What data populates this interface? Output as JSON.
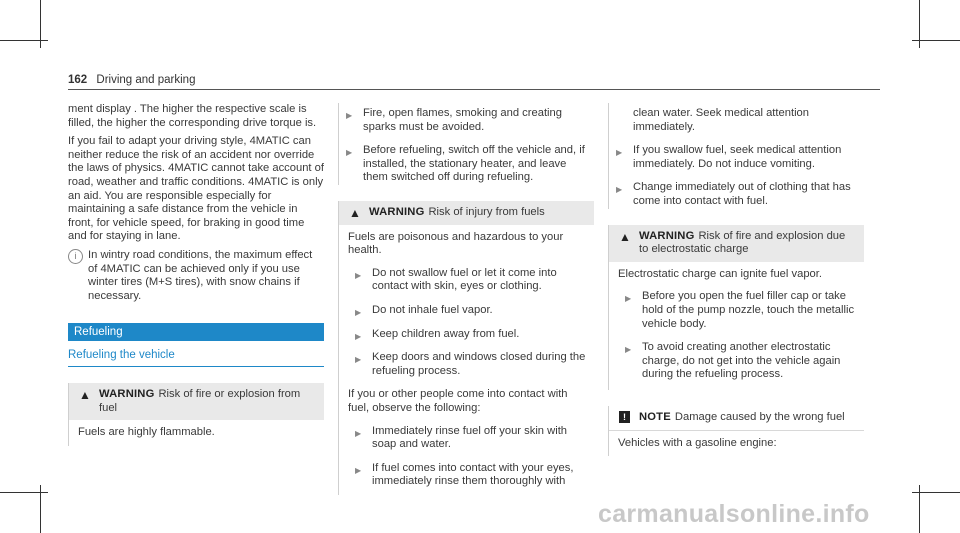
{
  "header": {
    "page_number": "162",
    "title": "Driving and parking"
  },
  "col1": {
    "p1": "ment display . The higher the respective scale is filled, the higher the corresponding drive torque is.",
    "p2": "If you fail to adapt your driving style, 4MATIC can neither reduce the risk of an accident nor override the laws of physics. 4MATIC cannot take account of road, weather and traffic conditions. 4MATIC is only an aid. You are responsible especially for maintaining a safe distance from the vehicle in front, for vehicle speed, for braking in good time and for staying in lane.",
    "tip": "In wintry road conditions, the maximum effect of 4MATIC can be achieved only if you use winter tires (M+S tires), with snow chains if necessary.",
    "section": "Refueling",
    "subsection": "Refueling the vehicle",
    "warning_label": "WARNING",
    "warning_title": "Risk of fire or explosion from fuel",
    "warning_text": "Fuels are highly flammable."
  },
  "col2": {
    "bullets_top": [
      "Fire, open flames, smoking and creating sparks must be avoided.",
      "Before refueling, switch off the vehicle and, if installed, the stationary heater, and leave them switched off during refueling."
    ],
    "warning_label": "WARNING",
    "warning_title": "Risk of injury from fuels",
    "warning_text": "Fuels are poisonous and hazardous to your health.",
    "bullets_mid": [
      "Do not swallow fuel or let it come into contact with skin, eyes or clothing.",
      "Do not inhale fuel vapor.",
      "Keep children away from fuel.",
      "Keep doors and windows closed during the refueling process."
    ],
    "contact_text": "If you or other people come into contact with fuel, observe the following:",
    "bullets_bottom": [
      "Immediately rinse fuel off your skin with soap and water.",
      "If fuel comes into contact with your eyes, immediately rinse them thoroughly with"
    ]
  },
  "col3": {
    "cont_text": "clean water. Seek medical attention immediately.",
    "bullets_top": [
      "If you swallow fuel, seek medical attention immediately. Do not induce vomiting.",
      "Change immediately out of clothing that has come into contact with fuel."
    ],
    "warning_label": "WARNING",
    "warning_title": "Risk of fire and explosion due to electrostatic charge",
    "warning_text": "Electrostatic charge can ignite fuel vapor.",
    "bullets_mid": [
      "Before you open the fuel filler cap or take hold of the pump nozzle, touch the metallic vehicle body.",
      "To avoid creating another electrostatic charge, do not get into the vehicle again during the refueling process."
    ],
    "note_label": "NOTE",
    "note_title": "Damage caused by the wrong fuel",
    "note_text": "Vehicles with a gasoline engine:"
  },
  "watermark": "carmanualsonline.info"
}
